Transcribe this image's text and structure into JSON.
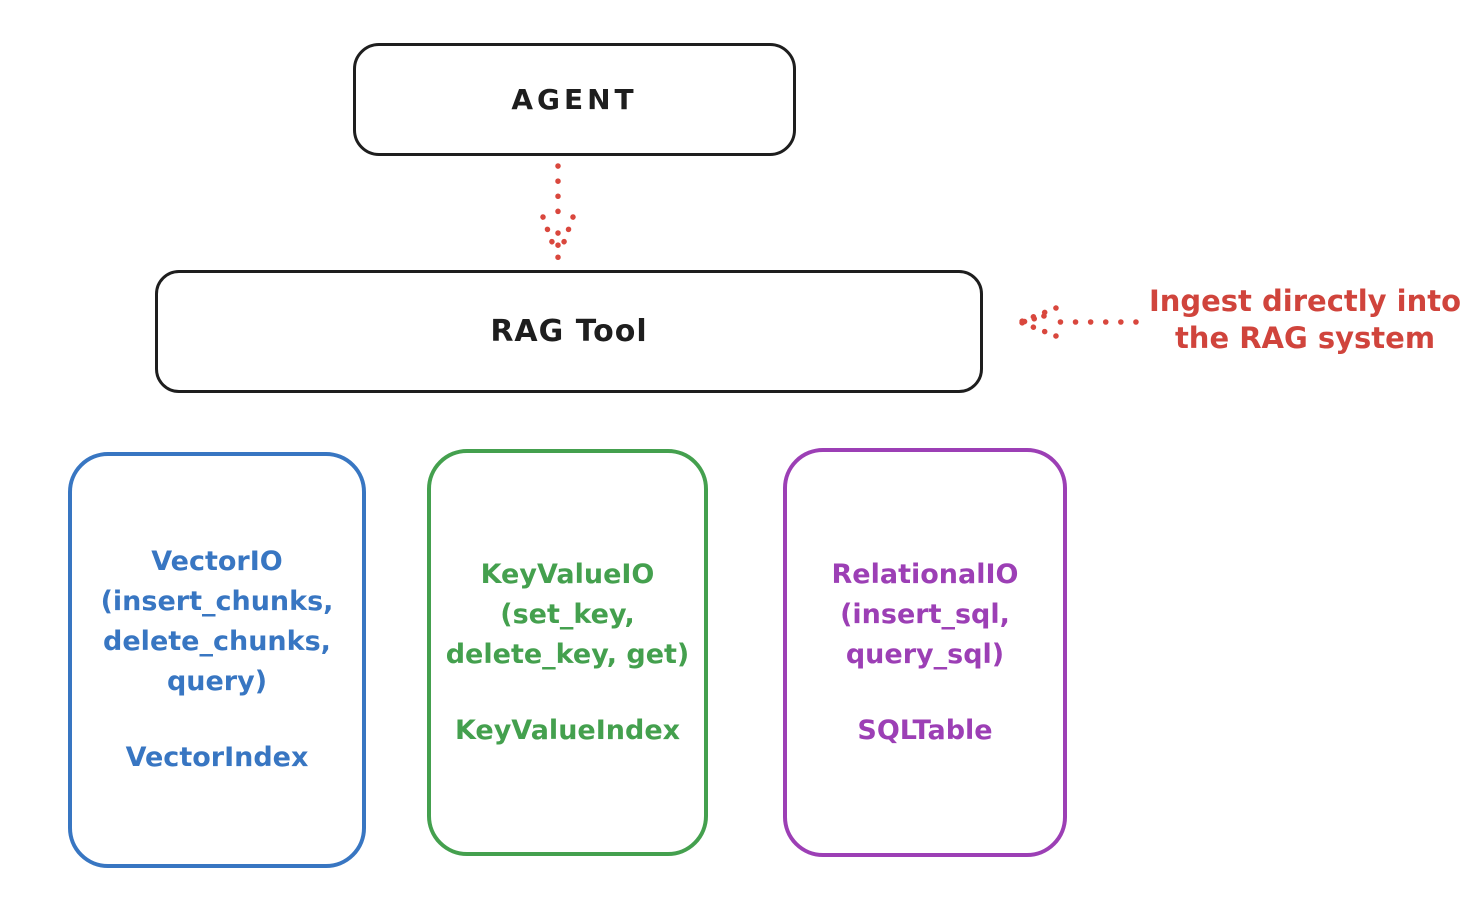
{
  "diagram": {
    "agent": {
      "label": "AGENT"
    },
    "rag_tool": {
      "label": "RAG Tool"
    },
    "annotation": {
      "text": "Ingest directly into\nthe RAG system"
    },
    "backends": [
      {
        "id": "vector",
        "methods": "VectorIO\n(insert_chunks,\ndelete_chunks,\nquery)",
        "index": "VectorIndex",
        "color": "#3876c2"
      },
      {
        "id": "keyvalue",
        "methods": "KeyValueIO\n(set_key,\ndelete_key, get)",
        "index": "KeyValueIndex",
        "color": "#44a04e"
      },
      {
        "id": "relational",
        "methods": "RelationalIO\n(insert_sql,\nquery_sql)",
        "index": "SQLTable",
        "color": "#9c3fb5"
      }
    ],
    "colors": {
      "stroke_black": "#1e1e1e",
      "accent_red": "#d0443c",
      "vector_blue": "#3876c2",
      "keyvalue_green": "#44a04e",
      "relational_purple": "#9c3fb5",
      "background": "#ffffff"
    }
  }
}
